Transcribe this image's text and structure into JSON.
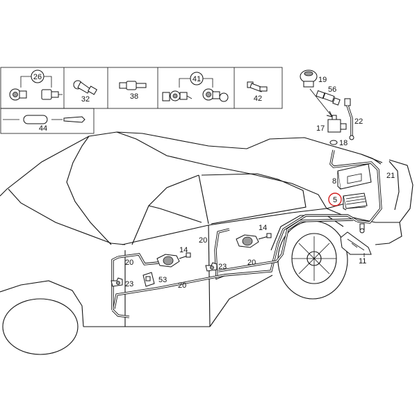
{
  "diagram": {
    "top_panel_labels": {
      "group_26": "26",
      "p32": "32",
      "p38": "38",
      "group_41": "41",
      "p42": "42",
      "p44": "44"
    },
    "callouts": {
      "p19": "19",
      "p56": "56",
      "p22": "22",
      "p17": "17",
      "p18": "18",
      "p8": "8",
      "p21": "21",
      "p5": "5",
      "p11": "11",
      "p14a": "14",
      "p14b": "14",
      "p20a": "20",
      "p20b": "20",
      "p20c": "20",
      "p20d": "20",
      "p23a": "23",
      "p23b": "23",
      "p53": "53"
    },
    "highlight_color": "#d22020"
  }
}
